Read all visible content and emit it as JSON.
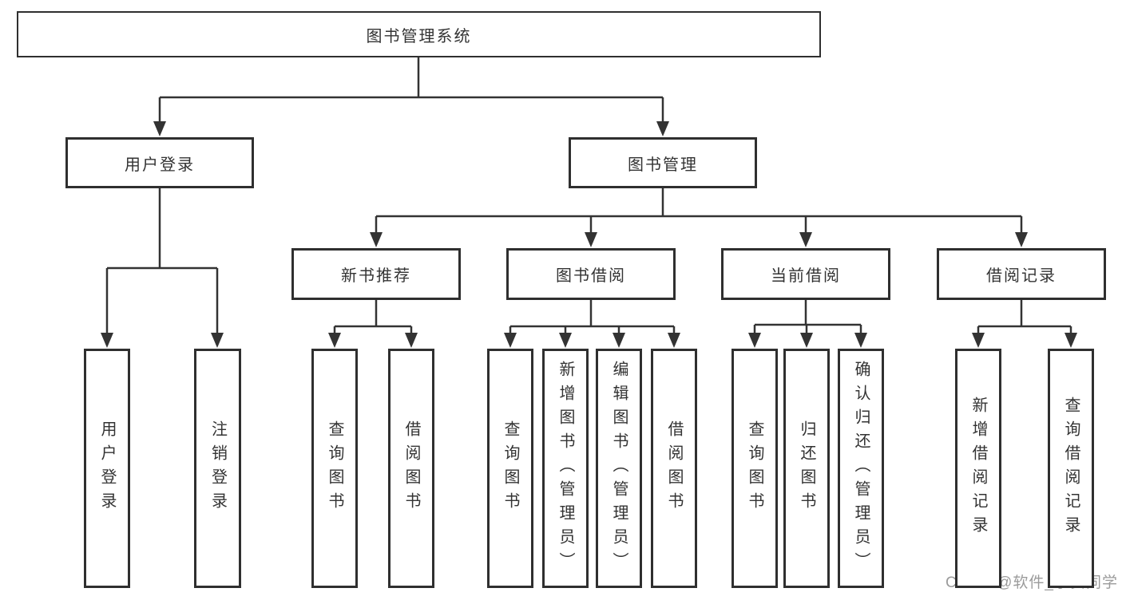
{
  "diagram": {
    "type": "hierarchy-tree",
    "nodes": {
      "root": {
        "label": "图书管理系统"
      },
      "user_login": {
        "label": "用户登录"
      },
      "book_mgmt": {
        "label": "图书管理"
      },
      "new_book_rec": {
        "label": "新书推荐"
      },
      "book_borrow": {
        "label": "图书借阅"
      },
      "current_borrow": {
        "label": "当前借阅"
      },
      "borrow_log": {
        "label": "借阅记录"
      },
      "leaf_user_login": {
        "label": "用户登录"
      },
      "leaf_logout": {
        "label": "注销登录"
      },
      "leaf_rec_query": {
        "label": "查询图书"
      },
      "leaf_rec_borrow": {
        "label": "借阅图书"
      },
      "leaf_bb_query": {
        "label": "查询图书"
      },
      "leaf_bb_add": {
        "label": "新增图书（管理员）"
      },
      "leaf_bb_edit": {
        "label": "编辑图书（管理员）"
      },
      "leaf_bb_borrow": {
        "label": "借阅图书"
      },
      "leaf_cb_query": {
        "label": "查询图书"
      },
      "leaf_cb_return": {
        "label": "归还图书"
      },
      "leaf_cb_confirm": {
        "label": "确认归还（管理员）"
      },
      "leaf_log_add": {
        "label": "新增借阅记录"
      },
      "leaf_log_query": {
        "label": "查询借阅记录"
      }
    },
    "edges": [
      [
        "root",
        "user_login"
      ],
      [
        "root",
        "book_mgmt"
      ],
      [
        "user_login",
        "leaf_user_login"
      ],
      [
        "user_login",
        "leaf_logout"
      ],
      [
        "book_mgmt",
        "new_book_rec"
      ],
      [
        "book_mgmt",
        "book_borrow"
      ],
      [
        "book_mgmt",
        "current_borrow"
      ],
      [
        "book_mgmt",
        "borrow_log"
      ],
      [
        "new_book_rec",
        "leaf_rec_query"
      ],
      [
        "new_book_rec",
        "leaf_rec_borrow"
      ],
      [
        "book_borrow",
        "leaf_bb_query"
      ],
      [
        "book_borrow",
        "leaf_bb_add"
      ],
      [
        "book_borrow",
        "leaf_bb_edit"
      ],
      [
        "book_borrow",
        "leaf_bb_borrow"
      ],
      [
        "current_borrow",
        "leaf_cb_query"
      ],
      [
        "current_borrow",
        "leaf_cb_return"
      ],
      [
        "current_borrow",
        "leaf_cb_confirm"
      ],
      [
        "borrow_log",
        "leaf_log_add"
      ],
      [
        "borrow_log",
        "leaf_log_query"
      ]
    ],
    "colors": {
      "background": "#ffffff",
      "box_border": "#2f2f2f",
      "line": "#333333",
      "text": "#333333",
      "watermark": "#9b9b9b"
    }
  },
  "watermark": {
    "text": "CSDN @软件_小贺同学"
  }
}
